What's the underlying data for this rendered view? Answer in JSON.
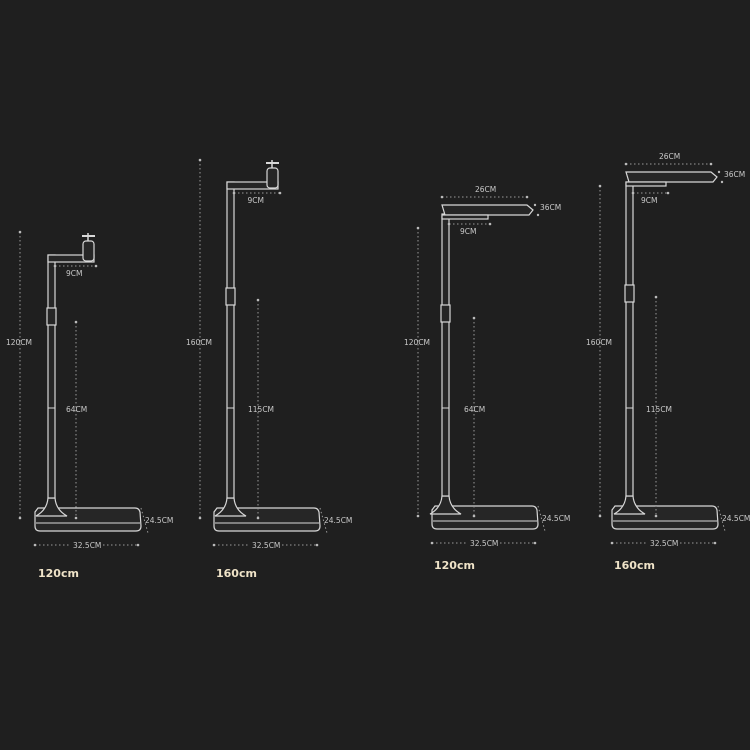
{
  "colors": {
    "background": "#1f1f1f",
    "outline": "#d8d8d8",
    "label": "#efe3c8",
    "dimension_text": "#c9c9c9"
  },
  "variants": [
    {
      "label": "120cm",
      "head": "phone-clip",
      "height": "120CM",
      "lower": "64CM",
      "arm": "9CM",
      "base_depth": "24.5CM",
      "base_width": "32.5CM"
    },
    {
      "label": "160cm",
      "head": "phone-clip",
      "height": "160CM",
      "lower": "115CM",
      "arm": "9CM",
      "base_depth": "24.5CM",
      "base_width": "32.5CM"
    },
    {
      "label": "120cm",
      "head": "tablet-tray",
      "height": "120CM",
      "lower": "64CM",
      "arm": "9CM",
      "tray_width": "26CM",
      "tray_depth": "36CM",
      "base_depth": "24.5CM",
      "base_width": "32.5CM"
    },
    {
      "label": "160cm",
      "head": "tablet-tray",
      "height": "160CM",
      "lower": "115CM",
      "arm": "9CM",
      "tray_width": "26CM",
      "tray_depth": "36CM",
      "base_depth": "24.5CM",
      "base_width": "32.5CM"
    }
  ]
}
